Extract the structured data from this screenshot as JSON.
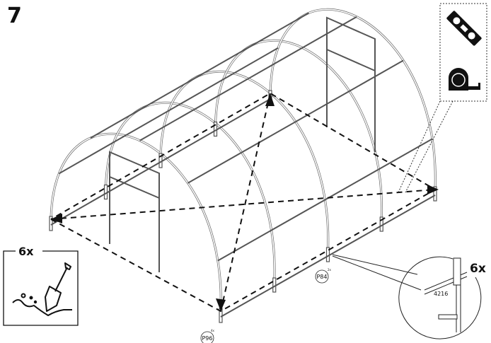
{
  "step_number": "7",
  "anchor_box": {
    "quantity": "6x",
    "icon": "shovel-digging-icon"
  },
  "tools_box": {
    "icons": [
      "spirit-level-icon",
      "tape-measure-icon"
    ]
  },
  "part_labels": [
    {
      "code": "P84",
      "quantity": "2x"
    },
    {
      "code": "P96",
      "quantity": "4x"
    }
  ],
  "detail_callout": {
    "quantity": "6x",
    "part_number": "4216"
  },
  "colors": {
    "ink": "#111111",
    "frame": "#888888"
  }
}
